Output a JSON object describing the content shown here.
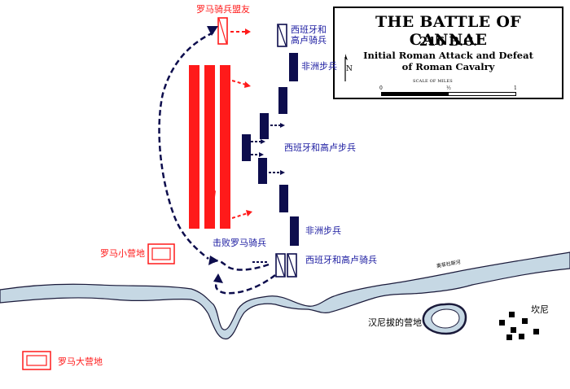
{
  "title": {
    "main": "THE BATTLE OF CANNAE",
    "year": "216 B.C.",
    "subtitle_line1": "Initial Roman Attack and Defeat",
    "subtitle_line2": "of Roman Cavalry"
  },
  "compass": {
    "north_label": "N"
  },
  "scale": {
    "caption": "SCALE OF MILES",
    "tick_0": "0",
    "tick_half": "½",
    "tick_1": "1"
  },
  "labels": {
    "roman_allied_cavalry": "罗马骑兵盟友",
    "spanish_gallic_cavalry_top_1": "西班牙和",
    "spanish_gallic_cavalry_top_2": "高卢骑兵",
    "african_infantry_top": "非洲步兵",
    "spanish_gallic_infantry": "西班牙和高卢步兵",
    "african_infantry_bottom": "非洲步兵",
    "defeat_roman_cavalry": "击败罗马骑兵",
    "spanish_gallic_cavalry_bottom": "西班牙和高卢骑兵",
    "small_roman_camp": "罗马小营地",
    "large_roman_camp": "罗马大营地",
    "aufidus_river": "奥菲杜斯河",
    "hannibal_camp": "汉尼拔的营地",
    "cannae": "坎尼"
  },
  "colors": {
    "roman": "#ff1a1a",
    "carthaginian": "#0d0d4d",
    "river": "#c6d8e4",
    "river_outline": "#1a1a3a"
  }
}
